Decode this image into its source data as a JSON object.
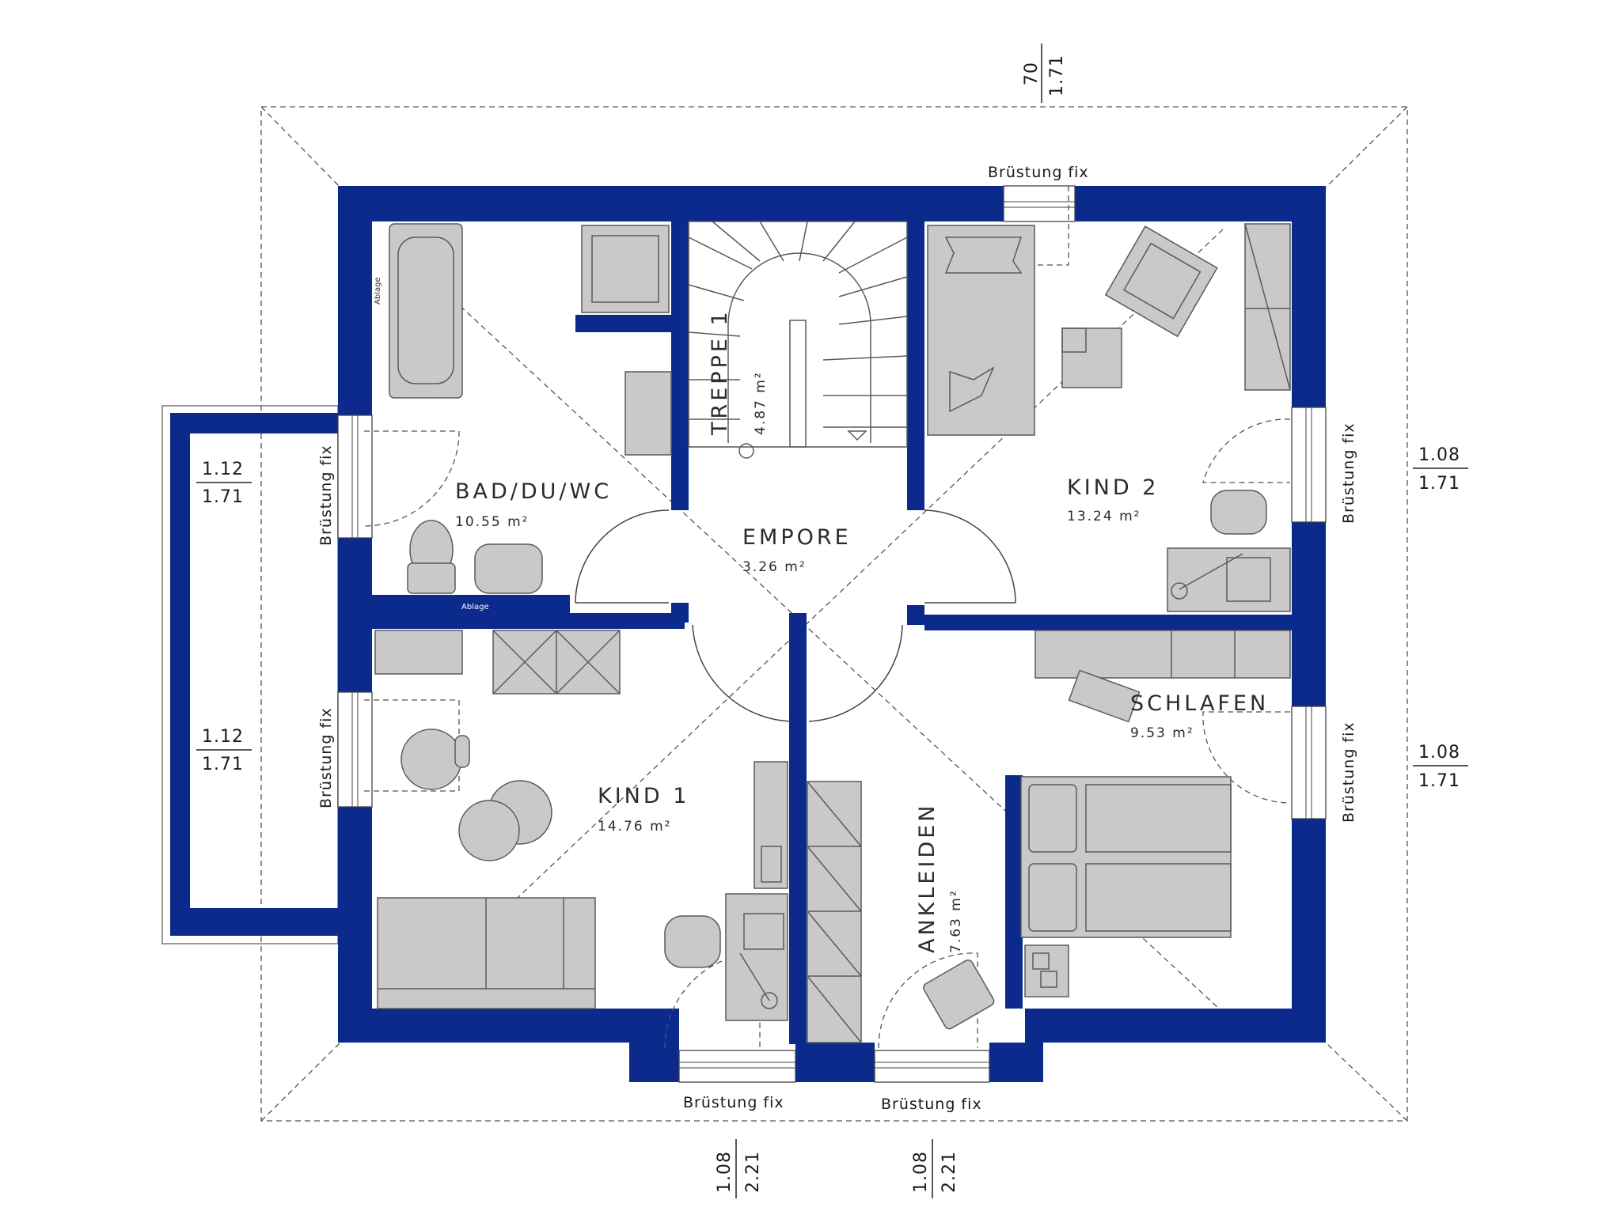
{
  "colors": {
    "wall": "#0b2a8c",
    "furniture": "#c9c9c9",
    "line": "#555555"
  },
  "rooms": [
    {
      "name": "BAD/DU/WC",
      "area": "10.55 m²"
    },
    {
      "name": "TREPPE 1",
      "area": "4.87 m²"
    },
    {
      "name": "EMPORE",
      "area": "3.26 m²"
    },
    {
      "name": "KIND 2",
      "area": "13.24 m²"
    },
    {
      "name": "KIND 1",
      "area": "14.76 m²"
    },
    {
      "name": "ANKLEIDEN",
      "area": "7.63 m²"
    },
    {
      "name": "SCHLAFEN",
      "area": "9.53 m²"
    }
  ],
  "window_note": "Brüstung fix",
  "shelf_label": "Ablage",
  "dimensions": {
    "top": {
      "a": "70",
      "b": "1.71"
    },
    "left_upper": {
      "a": "1.12",
      "b": "1.71"
    },
    "left_lower": {
      "a": "1.12",
      "b": "1.71"
    },
    "right_upper": {
      "a": "1.08",
      "b": "1.71"
    },
    "right_lower": {
      "a": "1.08",
      "b": "1.71"
    },
    "bottom_left": {
      "a": "1.08",
      "b": "2.21"
    },
    "bottom_right": {
      "a": "1.08",
      "b": "2.21"
    }
  }
}
